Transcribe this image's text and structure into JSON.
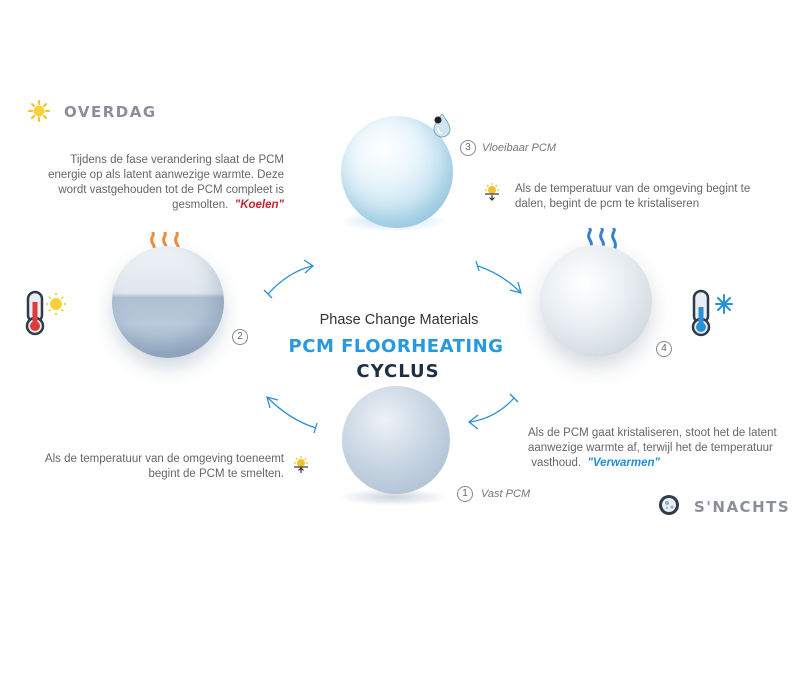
{
  "overdag": {
    "label": "OVERDAG"
  },
  "snachts": {
    "label": "S'NACHTS"
  },
  "center": {
    "subtitle": "Phase Change Materials",
    "title": "PCM FLOORHEATING",
    "title2": "CYCLUS"
  },
  "steps": [
    {
      "num": "1",
      "label": "Vast PCM"
    },
    {
      "num": "2",
      "label": ""
    },
    {
      "num": "3",
      "label": "Vloeibaar PCM"
    },
    {
      "num": "4",
      "label": ""
    }
  ],
  "texts": {
    "top_left": {
      "line1": "Tijdens de fase verandering slaat de PCM",
      "line2": "energie op als latent aanwezige warmte. Deze",
      "line3": "wordt vastgehouden tot de PCM compleet is",
      "line4": "gesmolten.",
      "highlight": "\"Koelen\""
    },
    "top_right": {
      "line1": "Als de temperatuur van de omgeving begint te",
      "line2": "dalen, begint de pcm te kristaliseren"
    },
    "bottom_left": {
      "line1": "Als de temperatuur van de omgeving toeneemt",
      "line2": "begint de PCM te smelten."
    },
    "bottom_right": {
      "line1": "Als de PCM gaat kristaliseren, stoot het de latent",
      "line2": "aanwezige warmte af, terwijl het de temperatuur",
      "line3": "vasthoud.",
      "highlight": "\"Verwarmen\""
    }
  },
  "colors": {
    "accent_blue": "#2799de",
    "dark_navy": "#1d2f45",
    "cool_red": "#c8202e",
    "arrow_blue": "#2a8fd4",
    "heat_orange": "#f08a3c",
    "cold_blue": "#3a7fd0"
  },
  "icons": [
    "sun-icon",
    "moon-icon",
    "thermometer-hot-icon",
    "thermometer-cold-icon",
    "sunset-icon",
    "sunrise-icon",
    "water-drop-icon",
    "heat-waves-icon",
    "cold-waves-icon"
  ]
}
